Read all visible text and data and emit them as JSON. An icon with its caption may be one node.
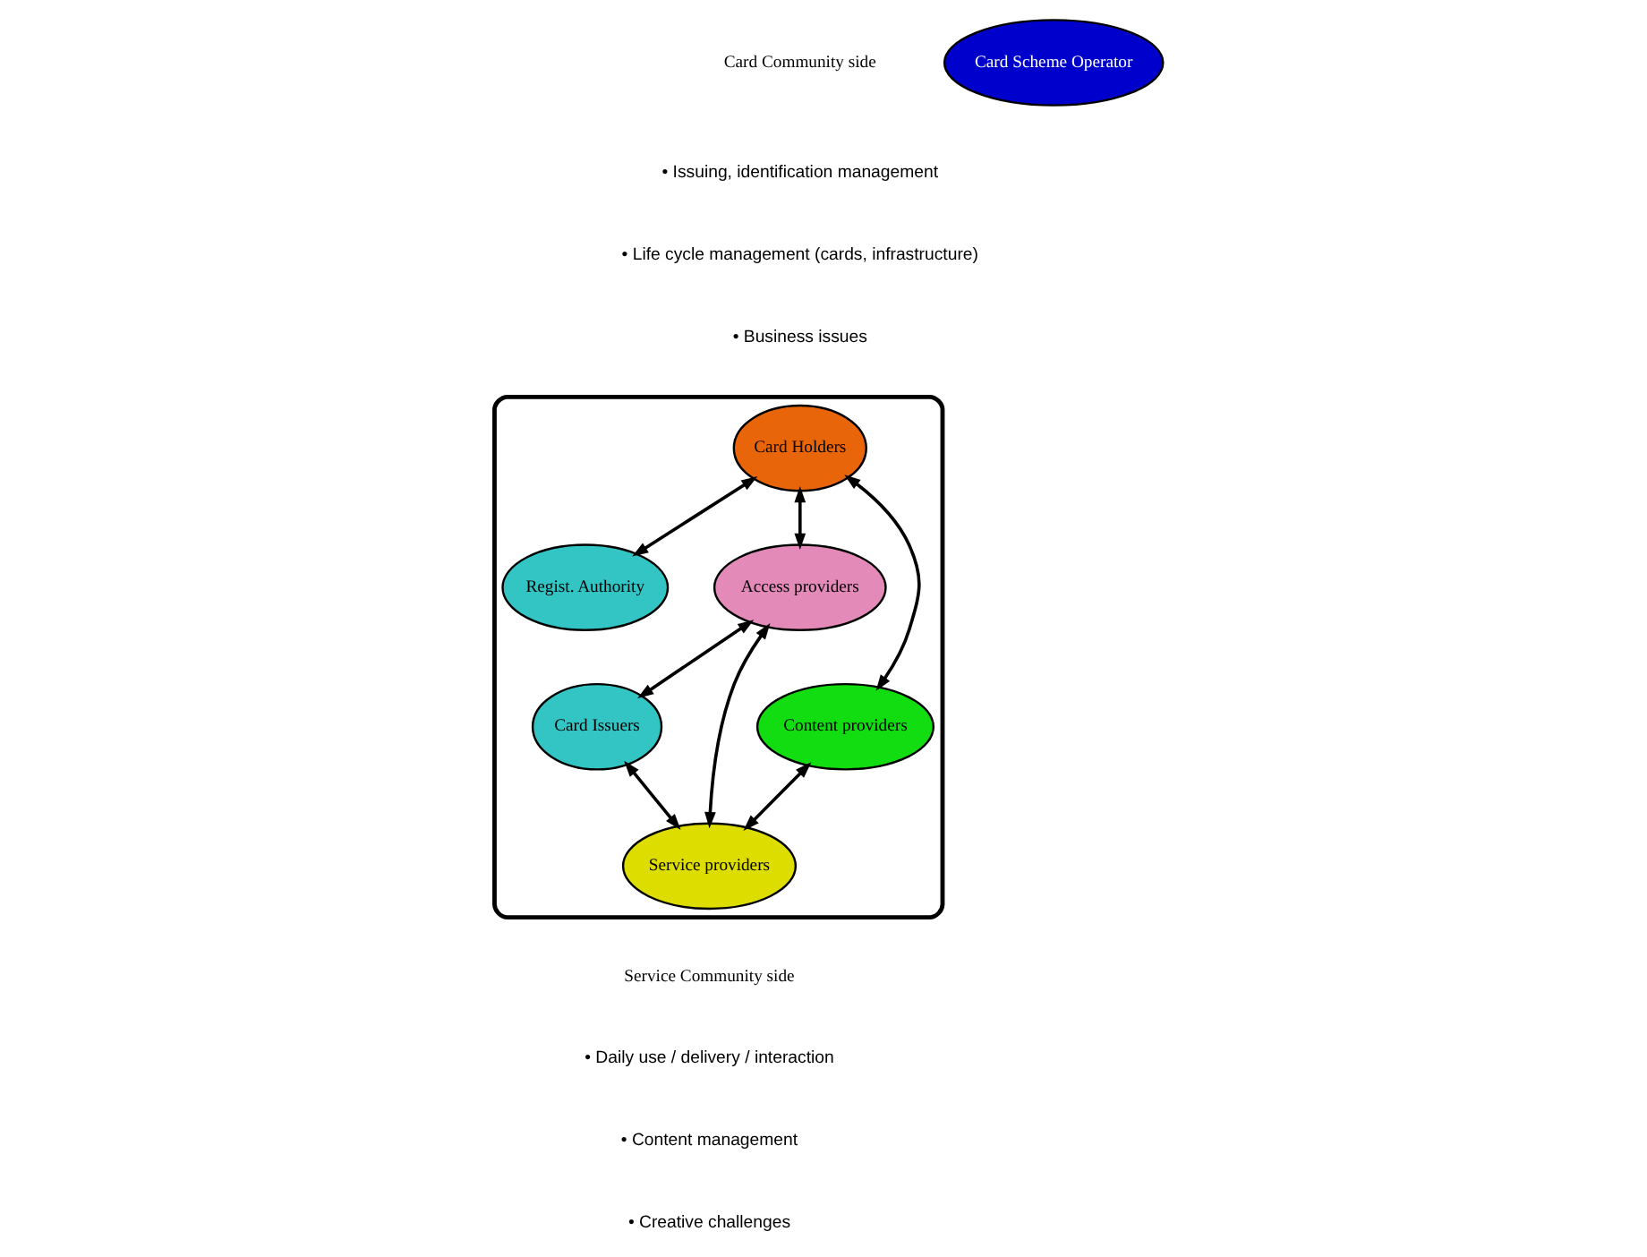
{
  "diagram": {
    "nodes": [
      {
        "text": [],
        "shape": "ellipse"
      },
      {
        "text": [
          "Card Holders"
        ],
        "in": 0
      },
      {
        "text": [
          "Regist. Authority"
        ],
        "in": 0
      },
      {
        "text": [
          "Card Issuers"
        ],
        "in": 0
      },
      {
        "text": [
          "Card Scheme Operator"
        ]
      },
      {
        "text": [
          "Access providers"
        ],
        "in": 0
      },
      {
        "text": [
          "Content providers"
        ],
        "in": 0
      },
      {
        "text": [
          "Service providers"
        ],
        "in": 0
      }
    ],
    "edges": [
      {
        "from": 1,
        "to": 2,
        "arrow": "both"
      },
      {
        "from": 1,
        "to": 5,
        "arrow": "both"
      },
      {
        "from": 5,
        "to": 3,
        "arrow": "both"
      },
      {
        "from": 1,
        "to": 6,
        "arrow": "both"
      },
      {
        "from": 3,
        "to": 7,
        "arrow": "both"
      },
      {
        "from": 5,
        "to": 7,
        "arrow": "both"
      },
      {
        "from": 6,
        "to": 7,
        "arrow": "both"
      }
    ],
    "labels": [
      "Card Community side",
      "• Issuing, identification management",
      "• Life cycle management (cards, infrastructure)",
      "• Business issues",
      "Service Community side",
      "• Daily use / delivery / interaction",
      "• Content management",
      "• Creative challenges"
    ]
  }
}
